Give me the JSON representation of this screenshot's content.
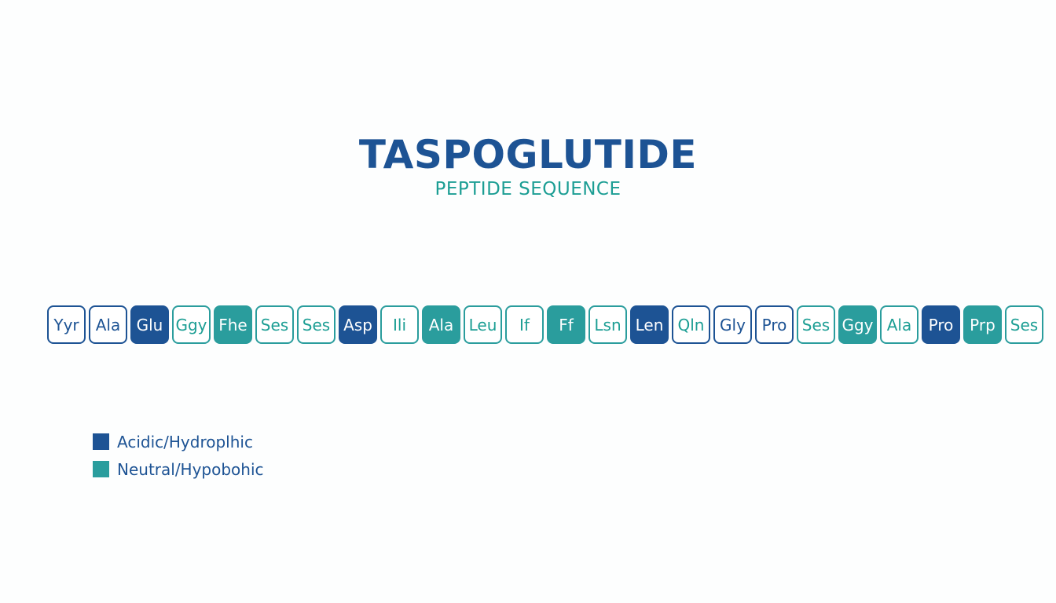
{
  "title": "TASPOGLUTIDE",
  "subtitle": "PEPTIDE SEQUENCE",
  "colors": {
    "blue": "#1d5394",
    "teal": "#2a9d9d"
  },
  "sequence": [
    {
      "label": "Yyr",
      "style": "blue-outline"
    },
    {
      "label": "Ala",
      "style": "blue-outline"
    },
    {
      "label": "Glu",
      "style": "blue-fill"
    },
    {
      "label": "Ggy",
      "style": "teal-outline"
    },
    {
      "label": "Fhe",
      "style": "teal-fill"
    },
    {
      "label": "Ses",
      "style": "teal-outline"
    },
    {
      "label": "Ses",
      "style": "teal-outline"
    },
    {
      "label": "Asp",
      "style": "blue-fill"
    },
    {
      "label": "Ili",
      "style": "teal-outline"
    },
    {
      "label": "Ala",
      "style": "teal-fill"
    },
    {
      "label": "Leu",
      "style": "teal-outline"
    },
    {
      "label": "If",
      "style": "teal-outline"
    },
    {
      "label": "Ff",
      "style": "teal-fill"
    },
    {
      "label": "Lsn",
      "style": "teal-outline"
    },
    {
      "label": "Len",
      "style": "blue-fill"
    },
    {
      "label": "Qln",
      "style": "mixed-outline"
    },
    {
      "label": "Gly",
      "style": "blue-outline"
    },
    {
      "label": "Pro",
      "style": "blue-outline"
    },
    {
      "label": "Ses",
      "style": "teal-outline"
    },
    {
      "label": "Ggy",
      "style": "teal-fill"
    },
    {
      "label": "Ala",
      "style": "teal-outline"
    },
    {
      "label": "Pro",
      "style": "blue-fill"
    },
    {
      "label": "Prp",
      "style": "teal-fill"
    },
    {
      "label": "Ses",
      "style": "teal-outline"
    }
  ],
  "legend": [
    {
      "label": "Acidic/Hydroplhic",
      "color": "#1d5394"
    },
    {
      "label": "Neutral/Hypobohic",
      "color": "#2a9d9d"
    }
  ]
}
